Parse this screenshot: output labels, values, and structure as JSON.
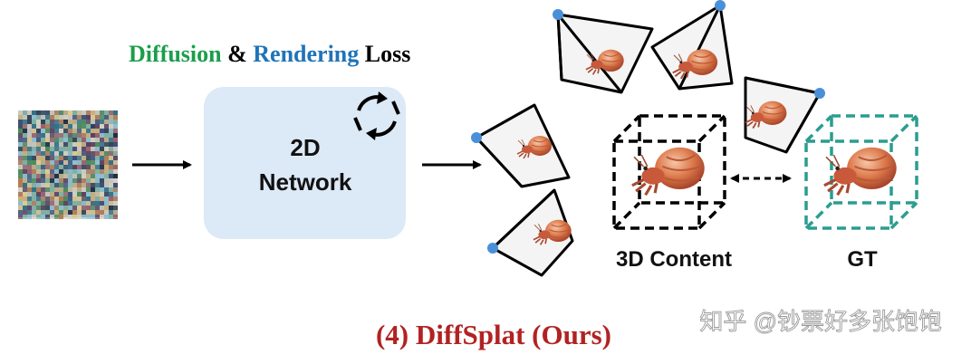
{
  "loss_title": {
    "diffusion": "Diffusion",
    "amp": " & ",
    "rendering": "Rendering",
    "loss": " Loss"
  },
  "network": {
    "line1": "2D",
    "line2": "Network"
  },
  "labels": {
    "content": "3D Content",
    "gt": "GT"
  },
  "caption": "(4) DiffSplat (Ours)",
  "watermark": "知乎 @钞票好多张饱饱",
  "colors": {
    "diffusion": "#1a9e4b",
    "rendering": "#1f74b8",
    "caption": "#b22222",
    "network_box": "#dce9f6",
    "camera_dot": "#4a90d9",
    "gt_box": "#2a9d8f"
  },
  "icons": {
    "cycle": "refresh-cycle-icon",
    "noise": "noise-image",
    "camera": "camera-frustum-icon",
    "crab": "hermit-crab-image"
  }
}
